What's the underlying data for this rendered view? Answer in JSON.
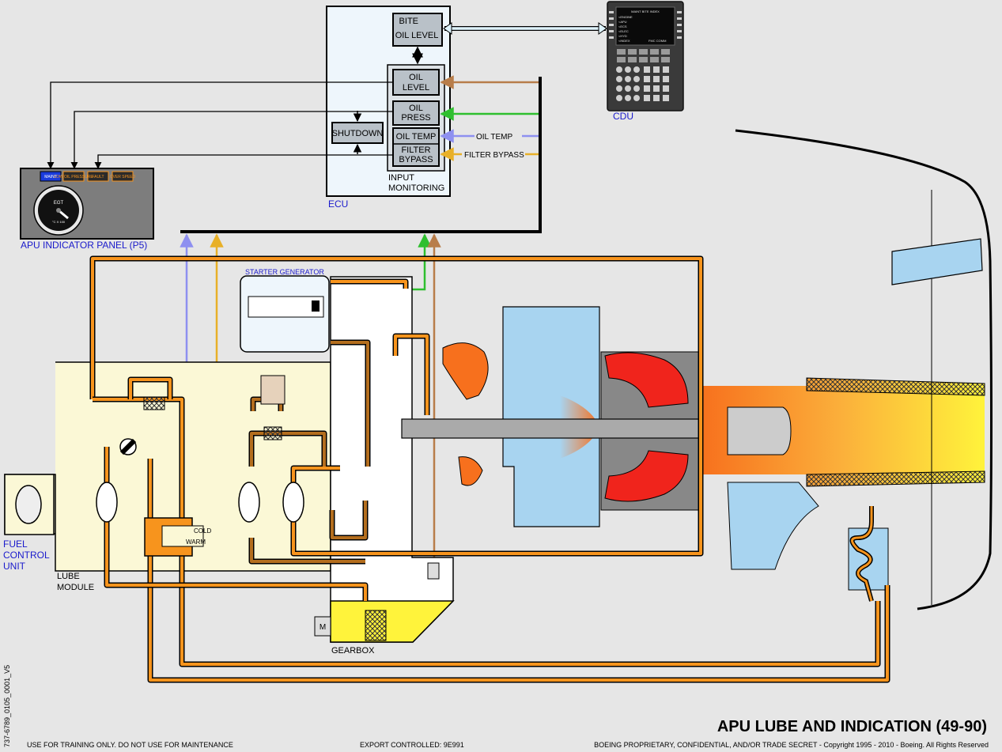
{
  "title": "APU LUBE AND INDICATION (49-90)",
  "doc_id": "737-6789_0105_0001_V5",
  "footer": {
    "left": "USE FOR TRAINING ONLY. DO NOT USE FOR MAINTENANCE",
    "center": "EXPORT CONTROLLED: 9E991",
    "right": "BOEING PROPRIETARY, CONFIDENTIAL, AND/OR TRADE SECRET - Copyright 1995 - 2010 - Boeing. All Rights Reserved"
  },
  "ecu": {
    "label": "ECU",
    "bite_line1": "BITE",
    "bite_line2": "OIL LEVEL",
    "oil_level_1": "OIL",
    "oil_level_2": "LEVEL",
    "oil_press_1": "OIL",
    "oil_press_2": "PRESS",
    "oil_temp": "OIL TEMP",
    "filter_bypass_1": "FILTER",
    "filter_bypass_2": "BYPASS",
    "shutdown": "SHUTDOWN",
    "input_mon_1": "INPUT",
    "input_mon_2": "MONITORING"
  },
  "signals": {
    "oil_temp": "OIL TEMP",
    "filter_bypass": "FILTER BYPASS"
  },
  "cdu": {
    "label": "CDU",
    "screen_title": "MAINT BITE INDEX",
    "screen_lines": [
      "<ENGINE",
      "<APU",
      "<ECS",
      "<ELEC",
      "<HYD",
      "<INDEX",
      "FMC COMM"
    ]
  },
  "panel": {
    "label": "APU INDICATOR PANEL (P5)",
    "lights": [
      "MAINT",
      "LOW OIL PRESSURE",
      "FAULT",
      "OVER SPEED"
    ],
    "gauge_label": "EGT",
    "gauge_scale": "°C X 100"
  },
  "components": {
    "starter_generator": "STARTER GENERATOR",
    "fuel_control_1": "FUEL",
    "fuel_control_2": "CONTROL",
    "fuel_control_3": "UNIT",
    "lube_module_1": "LUBE",
    "lube_module_2": "MODULE",
    "gearbox": "GEARBOX",
    "cold": "COLD",
    "warm": "WARM",
    "motor": "M"
  },
  "colors": {
    "oil_supply": "#f7941d",
    "oil_scavenge": "#b46e1e",
    "ecu_fill": "#eef6fc",
    "lube_fill": "#fbf8d6",
    "air": "#a8d4f0",
    "signal_blue": "#8e90f0",
    "signal_green": "#2fbf2f",
    "signal_brown": "#b87d4a",
    "signal_yellow": "#e8b028",
    "label_blue": "#1a1acc"
  }
}
